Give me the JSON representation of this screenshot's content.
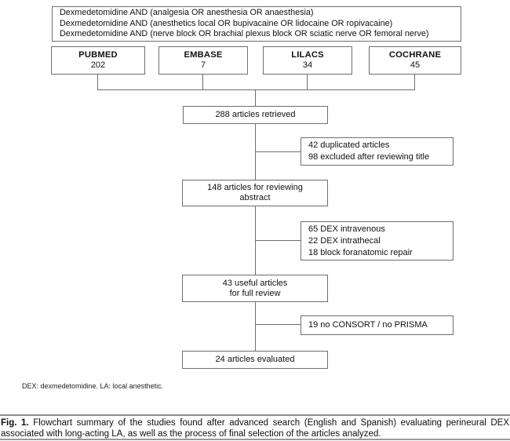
{
  "search_box": {
    "lines": [
      "Dexmedetomidine AND (analgesia OR anesthesia OR anaesthesia)",
      "Dexmedetomidine AND (anesthetics local OR bupivacaine OR lidocaine OR ropivacaine)",
      "Dexmedetomidine AND (nerve block OR brachial plexus block OR sciatic nerve OR femoral nerve)"
    ]
  },
  "databases": [
    {
      "name": "PUBMED",
      "count": "202"
    },
    {
      "name": "EMBASE",
      "count": "7"
    },
    {
      "name": "LILACS",
      "count": "34"
    },
    {
      "name": "COCHRANE",
      "count": "45"
    }
  ],
  "flow": {
    "retrieved": "288 articles retrieved",
    "excluded_title": {
      "lines": [
        "42 duplicated articles",
        "98 excluded after reviewing title"
      ]
    },
    "abstract_review": {
      "lines": [
        "148 articles for reviewing",
        "abstract"
      ]
    },
    "excluded_abstract": {
      "lines": [
        "65 DEX intravenous",
        "22 DEX intrathecal",
        "18 block foranatomic repair"
      ]
    },
    "full_review": {
      "lines": [
        "43 useful articles",
        "for full review"
      ]
    },
    "excluded_reporting": {
      "lines": [
        "19 no CONSORT / no PRISMA"
      ]
    },
    "evaluated": "24 articles evaluated"
  },
  "footnote": "DEX: dexmedetomidine. LA: local anesthetic.",
  "caption": {
    "label": "Fig. 1.",
    "text": "Flowchart summary of the studies found after advanced search (English and Spanish) evaluating perineural DEX associated with long-acting LA, as well as the process of final selection of the articles analyzed."
  },
  "colors": {
    "box_border": "#6e6e6e",
    "connector_line": "#6e6e6e",
    "text": "#111111",
    "caption_rule": "#8c8c8c"
  }
}
